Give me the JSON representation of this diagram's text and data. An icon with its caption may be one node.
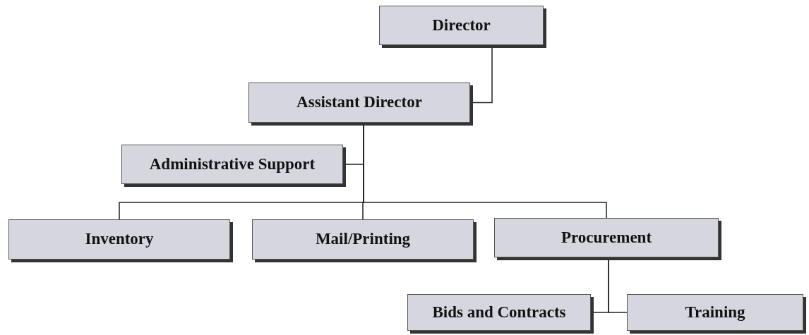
{
  "diagram": {
    "nodes": [
      {
        "text": [
          "Director"
        ]
      },
      {
        "text": [
          "Assistant Director"
        ]
      },
      {
        "text": [
          "Administrative Support"
        ]
      },
      {
        "text": [
          "Inventory"
        ]
      },
      {
        "text": [
          "Mail/Printing"
        ]
      },
      {
        "text": [
          "Procurement"
        ]
      },
      {
        "text": [
          "Bids and Contracts"
        ]
      },
      {
        "text": [
          "Training"
        ]
      }
    ],
    "edges": [
      {
        "from": 0,
        "to": 1,
        "arrow": "none"
      },
      {
        "from": 1,
        "to": 2,
        "arrow": "none"
      },
      {
        "from": 1,
        "to": 3,
        "arrow": "none"
      },
      {
        "from": 1,
        "to": 4,
        "arrow": "none"
      },
      {
        "from": 1,
        "to": 5,
        "arrow": "none"
      },
      {
        "from": 5,
        "to": 6,
        "arrow": "none"
      },
      {
        "from": 5,
        "to": 7,
        "arrow": "none"
      }
    ]
  }
}
